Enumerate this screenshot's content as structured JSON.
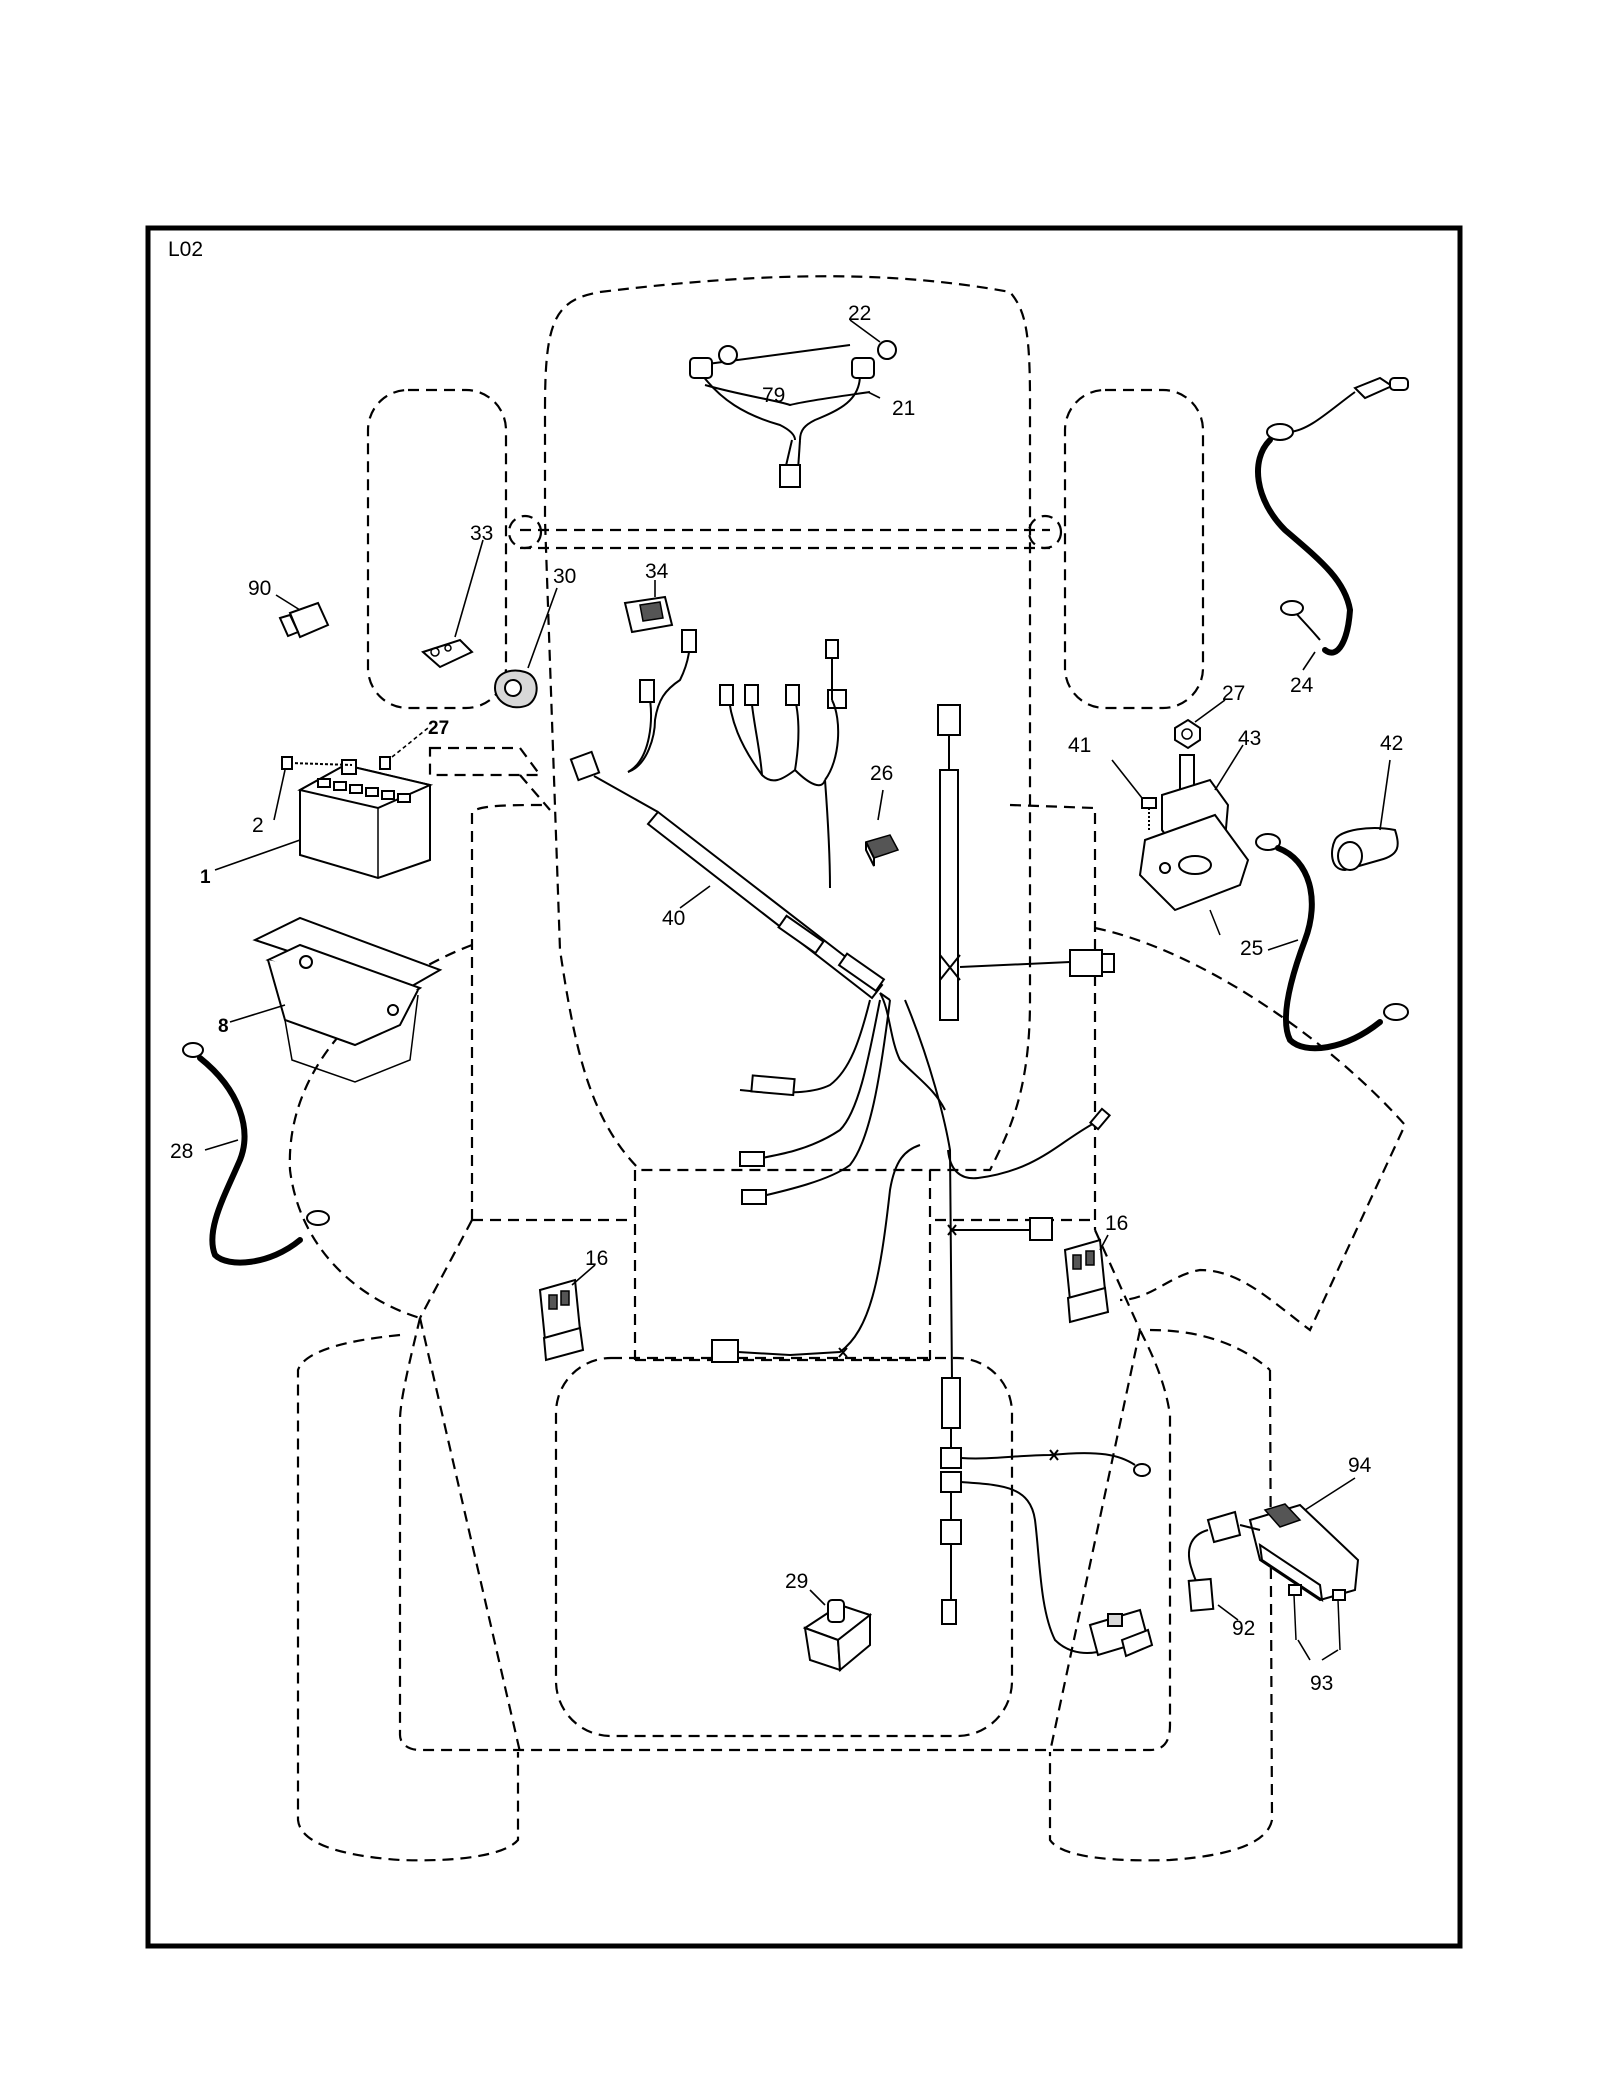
{
  "page_code": "L02",
  "callouts": [
    {
      "id": "c22",
      "text": "22"
    },
    {
      "id": "c79",
      "text": "79"
    },
    {
      "id": "c21",
      "text": "21"
    },
    {
      "id": "c33",
      "text": "33"
    },
    {
      "id": "c30",
      "text": "30"
    },
    {
      "id": "c34",
      "text": "34"
    },
    {
      "id": "c90",
      "text": "90"
    },
    {
      "id": "c27a",
      "text": "27"
    },
    {
      "id": "c2",
      "text": "2"
    },
    {
      "id": "c1",
      "text": "1"
    },
    {
      "id": "c40",
      "text": "40"
    },
    {
      "id": "c26",
      "text": "26"
    },
    {
      "id": "c8",
      "text": "8"
    },
    {
      "id": "c28",
      "text": "28"
    },
    {
      "id": "c24",
      "text": "24"
    },
    {
      "id": "c27b",
      "text": "27"
    },
    {
      "id": "c41",
      "text": "41"
    },
    {
      "id": "c43",
      "text": "43"
    },
    {
      "id": "c42",
      "text": "42"
    },
    {
      "id": "c25",
      "text": "25"
    },
    {
      "id": "c16a",
      "text": "16"
    },
    {
      "id": "c16b",
      "text": "16"
    },
    {
      "id": "c29",
      "text": "29"
    },
    {
      "id": "c94",
      "text": "94"
    },
    {
      "id": "c92",
      "text": "92"
    },
    {
      "id": "c93",
      "text": "93"
    }
  ]
}
